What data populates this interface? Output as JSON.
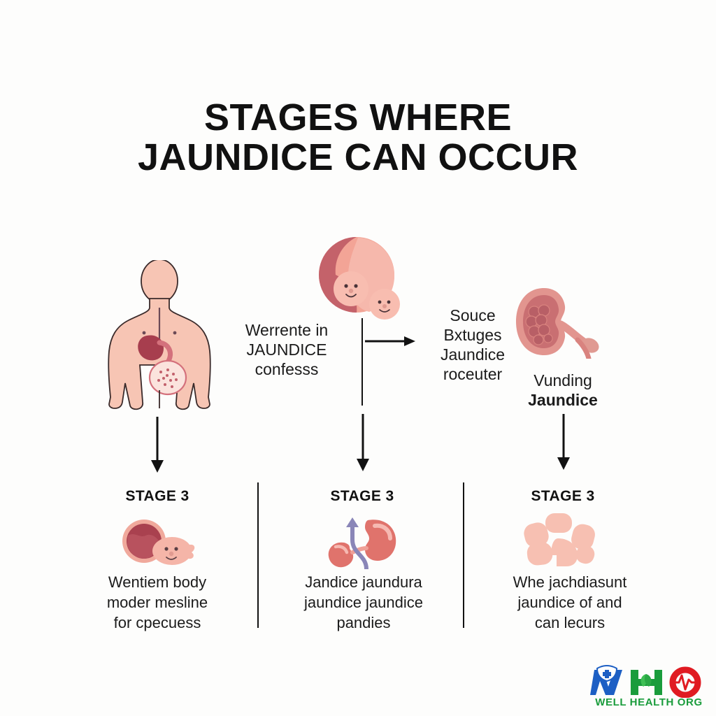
{
  "title": {
    "line1": "STAGES WHERE",
    "line2": "JAUNDICE CAN OCCUR"
  },
  "middle_texts": {
    "left": {
      "line1": "Werrente in",
      "line2": "JAUNDICE",
      "line3": "confesss"
    },
    "center_right": {
      "line1": "Souce",
      "line2": "Bxtuges",
      "line3": "Jaundice",
      "line4": "roceuter"
    },
    "right": {
      "line1": "Vunding",
      "line2": "Jaundice"
    }
  },
  "stages": [
    {
      "label": "STAGE 3",
      "icon": "embryo-cell-icon",
      "caption": {
        "line1": "Wentiem body",
        "line2": "moder mesline",
        "line3": "for cpecuess"
      }
    },
    {
      "label": "STAGE 3",
      "icon": "kidneys-arrow-icon",
      "caption": {
        "line1": "Jandice jaundura",
        "line2": "jaundice jaundice",
        "line3": "pandies"
      }
    },
    {
      "label": "STAGE 3",
      "icon": "cell-cluster-icon",
      "caption": {
        "line1": "Whe jachdiasunt",
        "line2": "jaundice of and",
        "line3": "can lecurs"
      }
    }
  ],
  "illustrations": {
    "body": "human-torso-organ-icon",
    "embryo": "embryo-faces-icon",
    "kidney": "kidney-cross-section-icon"
  },
  "logo": {
    "letters": [
      "W",
      "H",
      "O"
    ],
    "wordmark": "WELL HEALTH ORG",
    "colors": {
      "blue": "#1d5fc4",
      "green": "#1a9c3c",
      "red": "#e01b22"
    }
  },
  "colors": {
    "background": "#fdfdfc",
    "text": "#1b1b1b",
    "title": "#111111",
    "rule": "#121212",
    "skin": "#f7c5b4",
    "organ_dark": "#a73e4e",
    "organ_mid": "#d4717c",
    "kidney_red": "#e0756e",
    "blob_pink": "#f6bfb3",
    "arrow_purple": "#8a86b8"
  }
}
